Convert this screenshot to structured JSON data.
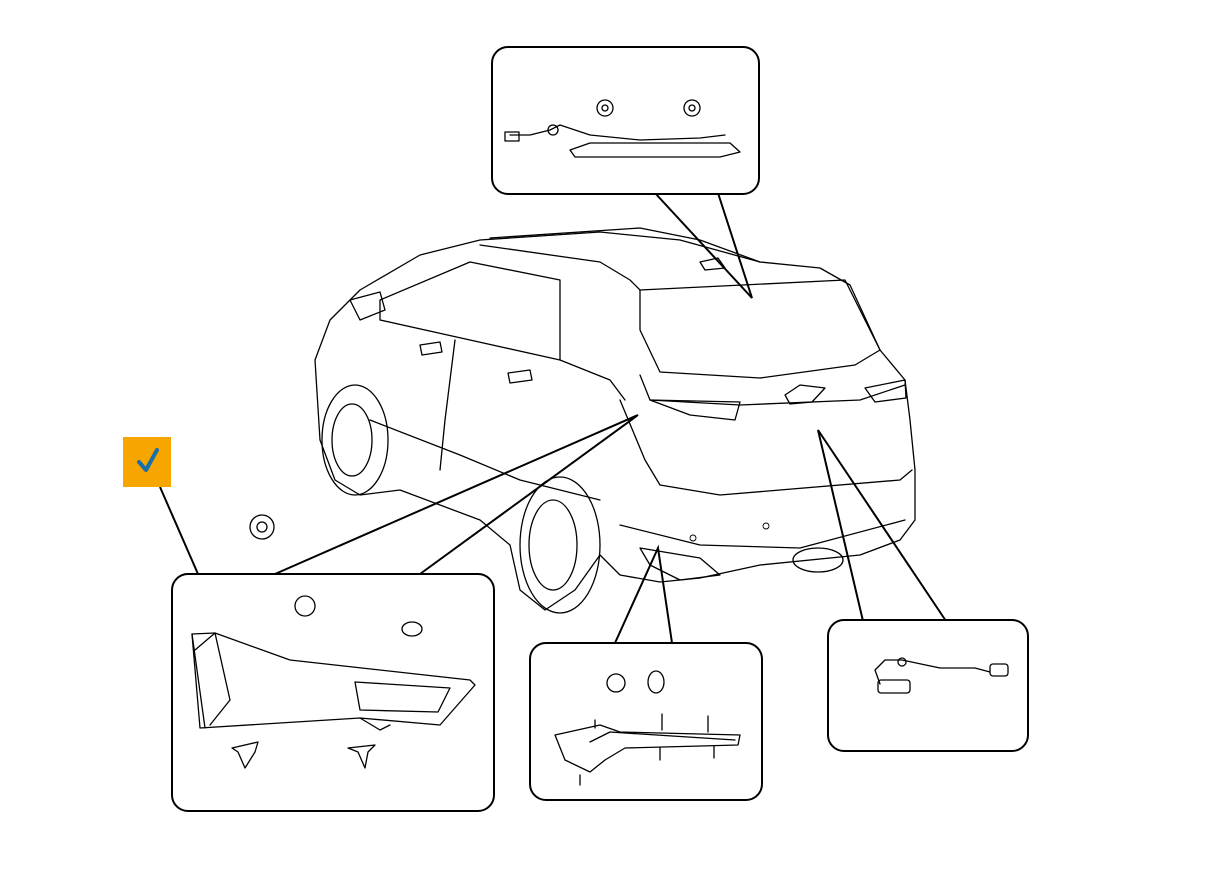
{
  "diagram": {
    "subject": "rear-lighting-components",
    "callouts": [
      "high-mount-stop-lamp",
      "tail-lamp-assembly",
      "rear-fog-reflector-lamp",
      "license-plate-lamp-harness"
    ]
  },
  "badge": {
    "icon": "checkmark-icon",
    "background": "#f7a600",
    "check_color": "#1a6fa8"
  }
}
